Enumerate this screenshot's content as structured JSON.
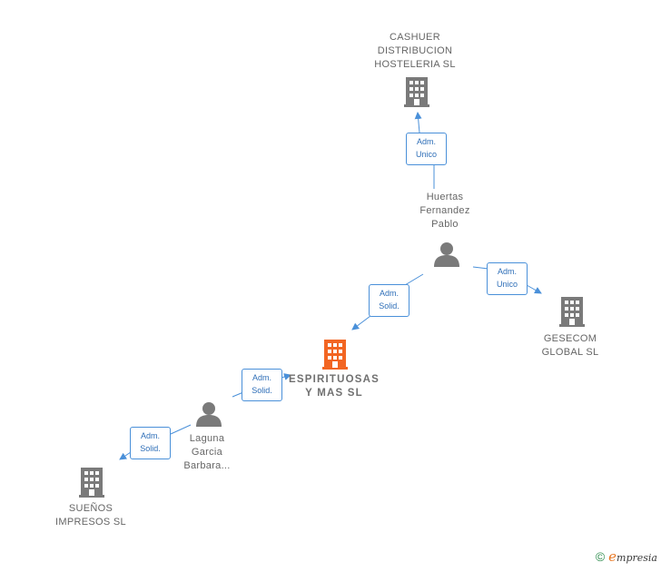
{
  "nodes": {
    "cashuer": {
      "lines": [
        "CASHUER",
        "DISTRIBUCION",
        "HOSTELERIA SL"
      ],
      "type": "company"
    },
    "huertas": {
      "lines": [
        "Huertas",
        "Fernandez",
        "Pablo"
      ],
      "type": "person"
    },
    "gesecom": {
      "lines": [
        "GESECOM",
        "GLOBAL  SL"
      ],
      "type": "company"
    },
    "espirituosas": {
      "lines": [
        "ESPIRITUOSAS",
        "Y MAS  SL"
      ],
      "type": "company-main"
    },
    "laguna": {
      "lines": [
        "Laguna",
        "Garcia",
        "Barbara..."
      ],
      "type": "person"
    },
    "suenos": {
      "lines": [
        "SUEÑOS",
        "IMPRESOS  SL"
      ],
      "type": "company"
    }
  },
  "edges": {
    "huertas_cashuer": {
      "line1": "Adm.",
      "line2": "Unico"
    },
    "huertas_gesecom": {
      "line1": "Adm.",
      "line2": "Unico"
    },
    "huertas_espirituosas": {
      "line1": "Adm.",
      "line2": "Solid."
    },
    "laguna_espirituosas": {
      "line1": "Adm.",
      "line2": "Solid."
    },
    "laguna_suenos": {
      "line1": "Adm.",
      "line2": "Solid."
    }
  },
  "colors": {
    "company": "#7a7a7a",
    "company_main": "#f26522",
    "person": "#7a7a7a",
    "edge": "#4a90d9"
  },
  "brand": {
    "copyright": "©",
    "e": "e",
    "rest": "mpresia"
  },
  "icons": {
    "company": "building-icon",
    "person": "person-icon",
    "arrow": "arrowhead-icon"
  }
}
